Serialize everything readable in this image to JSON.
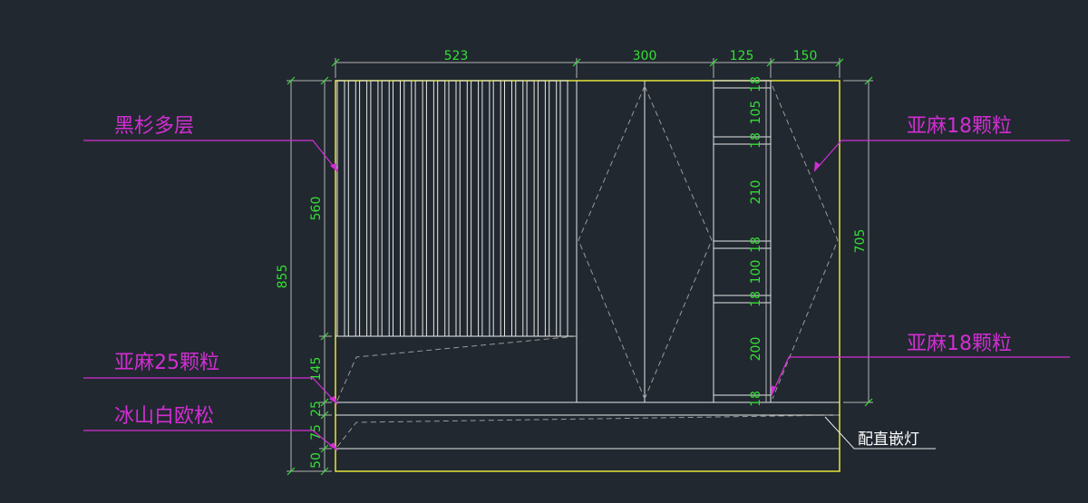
{
  "colors": {
    "background": "#212830",
    "outline": "#e6e63a",
    "lines": "#e8e8e8",
    "dashed": "#9a9a9a",
    "dimension": "#b5b5b5",
    "dimension_text": "#33e033",
    "callout": "#d22ed2",
    "note_text": "#ffffff"
  },
  "dimensions": {
    "top": [
      "523",
      "300",
      "125",
      "150"
    ],
    "left_outer": "855",
    "left_inner": [
      "560",
      "145",
      "25",
      "75",
      "50"
    ],
    "right": "705",
    "shelf": [
      "18",
      "105",
      "18",
      "210",
      "18",
      "100",
      "18",
      "200",
      "18"
    ]
  },
  "callouts": {
    "black_fir": "黑杉多层",
    "linen_25": "亚麻25颗粒",
    "white_pine": "冰山白欧松",
    "linen_18_top": "亚麻18颗粒",
    "linen_18_bottom": "亚麻18颗粒"
  },
  "notes": {
    "recessed_light": "配直嵌灯"
  }
}
